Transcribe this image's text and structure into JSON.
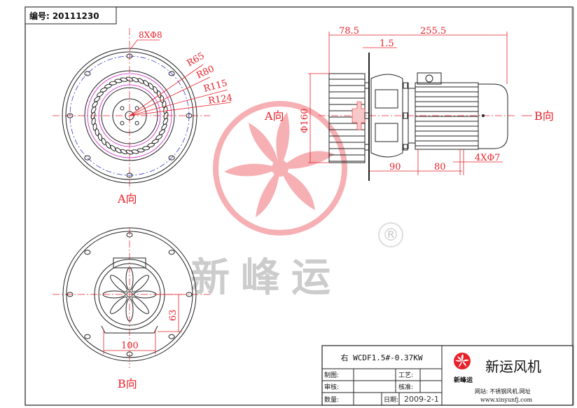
{
  "drawing_number": {
    "label": "编号:",
    "value": "20111230"
  },
  "front_view": {
    "holes_label": "8XΦ8",
    "radii": [
      "R65",
      "R80",
      "R115",
      "R124"
    ],
    "view_label": "A向"
  },
  "back_view": {
    "width_dim": "100",
    "height_dim": "63",
    "view_label": "B向"
  },
  "side_view": {
    "dims": {
      "left": "78.5",
      "right": "255.5",
      "gap": "1.5",
      "diameter": "Φ160",
      "base1": "90",
      "base2": "80",
      "holes": "4XΦ7"
    },
    "left_label": "A向",
    "right_label": "B向"
  },
  "watermark": {
    "text": "新峰运",
    "registered": "®"
  },
  "title_block": {
    "title": "右  WCDF1.5#-0.37KW",
    "rows": [
      {
        "label": "制图:",
        "label2": "工艺:"
      },
      {
        "label": "审核:",
        "label2": "核准:"
      },
      {
        "label": "数量:",
        "label2": "日期:",
        "value2": "2009-2-1"
      }
    ],
    "brand_small": "新峰运",
    "brand": "新运风机",
    "website_label": "网站: 不锈钢风机.网址",
    "website_url": "www.xinyunfj.com"
  },
  "colors": {
    "dimension": "#e8202a",
    "outline": "#222222",
    "watermark": "#f0b8b8",
    "logo": "#e8202a"
  }
}
